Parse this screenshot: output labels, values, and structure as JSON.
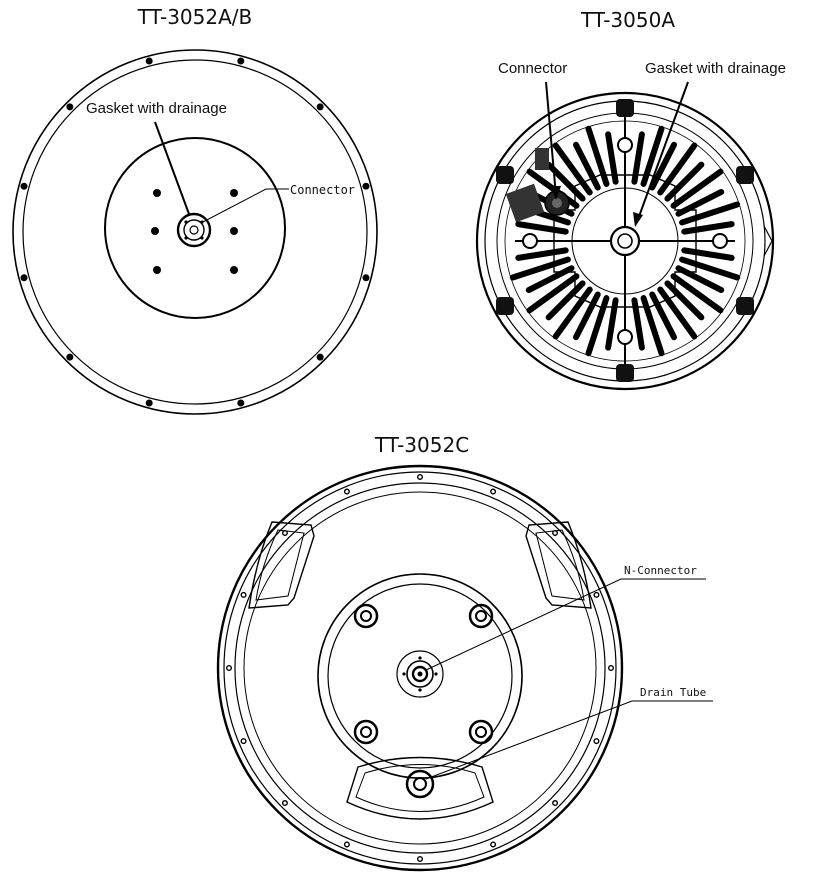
{
  "figure": {
    "top_left": {
      "title": "TT-3052A/B",
      "label_gasket": "Gasket with drainage",
      "label_connector": "Connector"
    },
    "top_right": {
      "title": "TT-3050A",
      "label_connector": "Connector",
      "label_gasket": "Gasket with drainage"
    },
    "bottom": {
      "title": "TT-3052C",
      "label_n_connector": "N-Connector",
      "label_drain_tube": "Drain Tube"
    }
  }
}
